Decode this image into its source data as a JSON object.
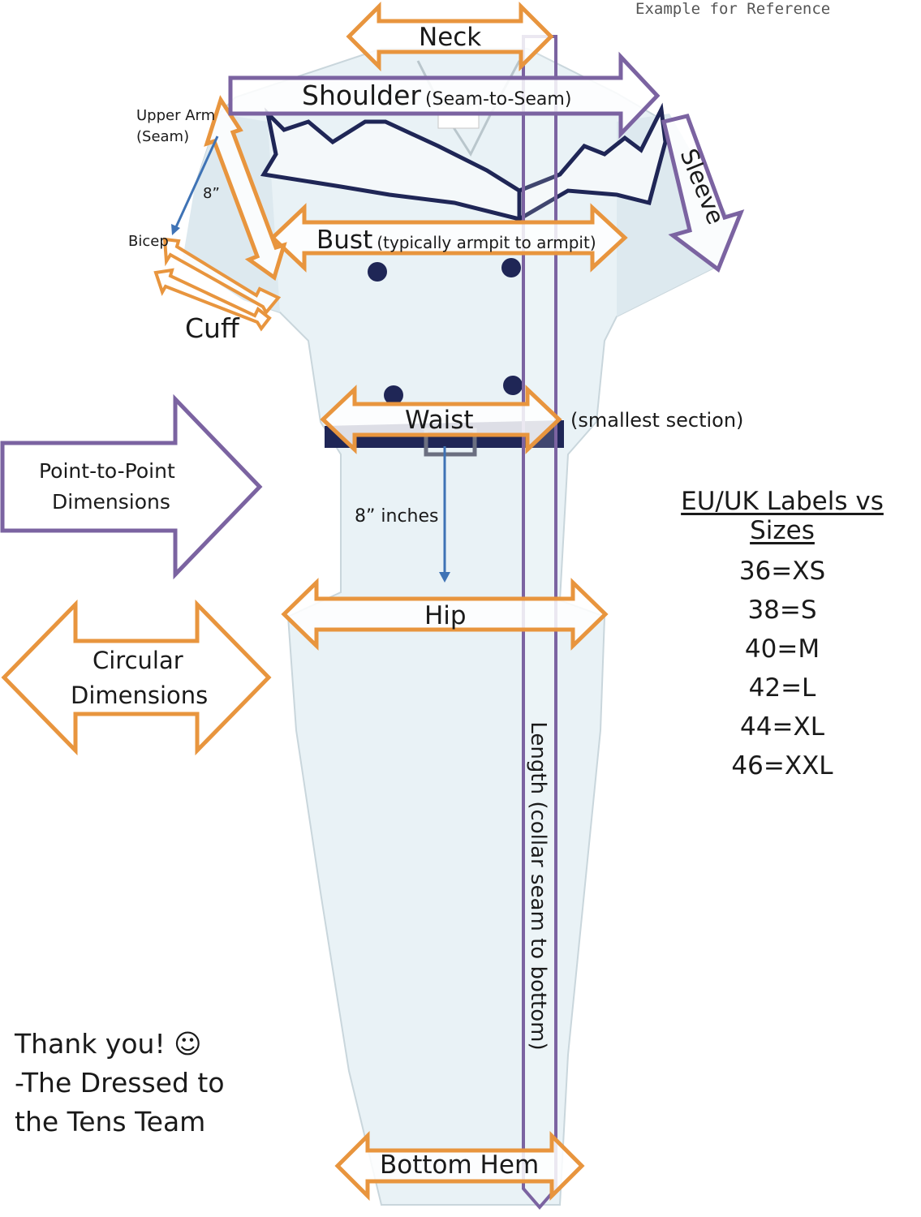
{
  "header_note": "Example for Reference",
  "labels": {
    "neck": "Neck",
    "shoulder": "Shoulder",
    "shoulder_note": "(Seam-to-Seam)",
    "sleeve": "Sleeve",
    "upper_arm": "Upper Arm",
    "upper_arm_note": "(Seam)",
    "eight_inch_short": "8”",
    "bicep": "Bicep",
    "bust": "Bust",
    "bust_note": "(typically armpit to armpit)",
    "cuff": "Cuff",
    "waist": "Waist",
    "waist_note": "(smallest section)",
    "eight_inches": "8” inches",
    "hip": "Hip",
    "length": "Length (collar seam to bottom)",
    "bottom_hem": "Bottom Hem"
  },
  "legend": {
    "point_to_point_line1": "Point-to-Point",
    "point_to_point_line2": "Dimensions",
    "circular_line1": "Circular",
    "circular_line2": "Dimensions"
  },
  "sizes": {
    "title": "EU/UK Labels vs Sizes",
    "items": [
      "36=XS",
      "38=S",
      "40=M",
      "42=L",
      "44=XL",
      "46=XXL"
    ]
  },
  "thanks": {
    "line1": "Thank you! ☺",
    "line2": "-The Dressed to",
    "line3": "the Tens Team"
  },
  "colors": {
    "orange": "#e8953e",
    "purple": "#7b63a1",
    "blue_arrow": "#3f73b5",
    "navy_trim": "#1f2656",
    "dress": "#e9f2f6"
  }
}
